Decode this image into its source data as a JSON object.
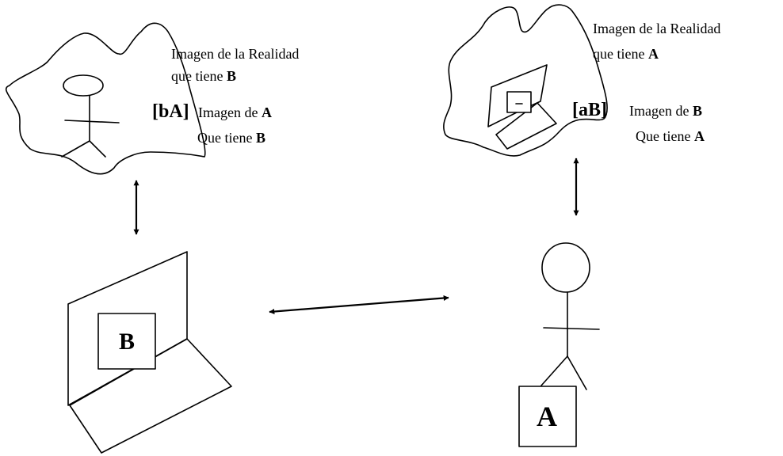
{
  "left_cloud": {
    "reality_line1": "Imagen de la Realidad",
    "reality_line2_prefix": "que tiene ",
    "reality_line2_bold": "B",
    "tag": "[bA]",
    "image_line1_prefix": "Imagen de ",
    "image_line1_bold": "A",
    "image_line2_prefix": "Que tiene ",
    "image_line2_bold": "B"
  },
  "right_cloud": {
    "reality_line1": "Imagen de la Realidad",
    "reality_line2_prefix": "que tiene ",
    "reality_line2_bold": "A",
    "tag": "[aB]",
    "image_line1_prefix": "Imagen de ",
    "image_line1_bold": "B",
    "image_line2_prefix": "Que tiene ",
    "image_line2_bold": "A"
  },
  "computer_label": "B",
  "person_label": "A",
  "colors": {
    "stroke": "#000000",
    "background": "#ffffff"
  }
}
